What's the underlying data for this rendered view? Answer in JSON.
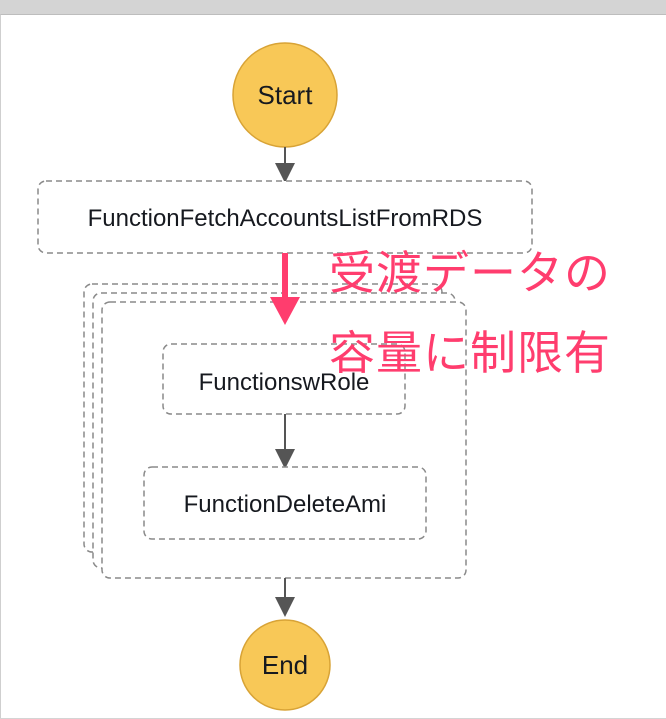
{
  "diagram": {
    "states": {
      "start": "Start",
      "fetch": "FunctionFetchAccountsListFromRDS",
      "role": "FunctionswRole",
      "delete_ami": "FunctionDeleteAmi",
      "end": "End"
    },
    "annotation": {
      "line1": "受渡データの",
      "line2": "容量に制限有"
    },
    "colors": {
      "terminal_fill": "#f8c857",
      "terminal_stroke": "#d8a336",
      "box_border": "#8a8a8a",
      "arrow": "#555555",
      "annotation": "#ff3d6e"
    }
  }
}
